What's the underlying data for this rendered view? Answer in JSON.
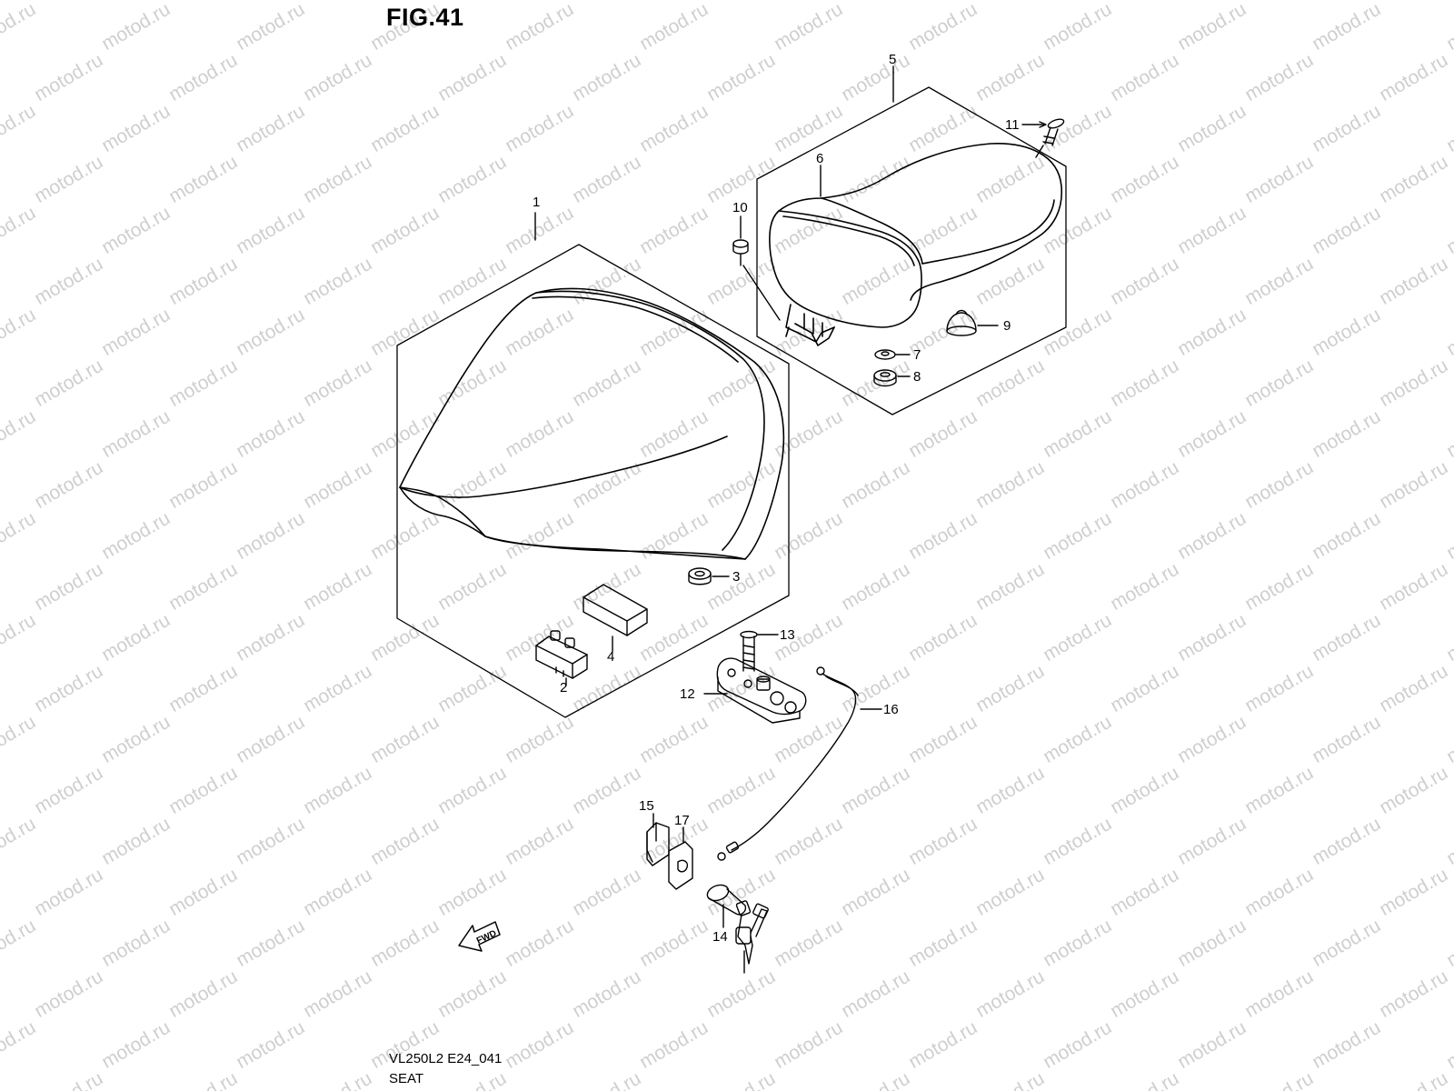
{
  "figure": {
    "title": "FIG.41",
    "code": "VL250L2 E24_041",
    "caption": "SEAT",
    "watermark": "motod.ru"
  },
  "direction_marker": {
    "label": "FWD"
  },
  "callouts": [
    "1",
    "2",
    "3",
    "4",
    "5",
    "6",
    "7",
    "8",
    "9",
    "10",
    "11",
    "12",
    "13",
    "14",
    "15",
    "16",
    "17"
  ]
}
